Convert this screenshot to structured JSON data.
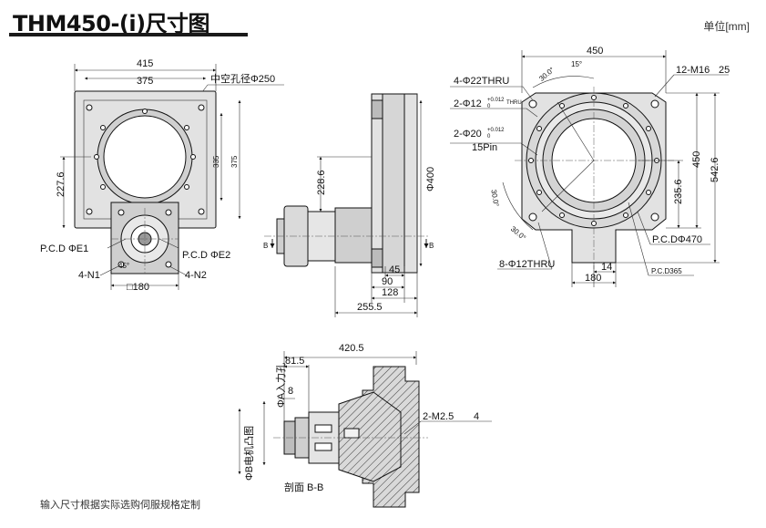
{
  "header": {
    "title": "THM450-(i)尺寸图",
    "unit": "单位[mm]"
  },
  "footer": {
    "note": "输入尺寸根据实际选购伺服规格定制"
  },
  "views": {
    "front": {
      "dims": {
        "w415": "415",
        "w375": "375",
        "hollow": "中空孔径Φ250",
        "h335": "335",
        "h375": "375",
        "h227": "227.6",
        "pcd_e1": "P.C.D ΦE1",
        "pcd_e2": "P.C.D ΦE2",
        "n1": "4-N1",
        "n2": "4-N2",
        "sq180": "□180",
        "ang45": "45°"
      }
    },
    "side": {
      "dims": {
        "d400": "Φ400",
        "h228": "228.6",
        "w45": "45",
        "w90": "90",
        "w128": "128",
        "w255": "255.5",
        "b_mark": "B"
      }
    },
    "top_right": {
      "dims": {
        "w450": "450",
        "m16": "12-M16",
        "m16_depth": "25",
        "thru22": "4-Φ22THRU",
        "hole12": "2-Φ12",
        "hole12_tol": "+0.012",
        "hole12_tol2": "0",
        "hole12_thru": "THRU",
        "hole20": "2-Φ20",
        "hole20_tol": "+0.012",
        "hole20_tol2": "0",
        "pin15": "15Pin",
        "ang30a": "30.0°",
        "ang15": "15°",
        "ang30b": "30.0°",
        "ang30c": "30.0°",
        "h450": "450",
        "h542": "542.6",
        "h235": "235.6",
        "pcd470": "P.C.DΦ470",
        "thru12": "8-Φ12THRU",
        "w14": "14",
        "w180": "180",
        "pcd365": "P.C.D365"
      }
    },
    "section": {
      "dims": {
        "w420": "420.5",
        "w81": "81.5",
        "w8": "8",
        "phi_a": "ΦA入力孔",
        "phi_b": "ΦB电机凸图",
        "m2": "2-M2.5",
        "m2_depth": "4",
        "label": "剖面 B-B"
      }
    }
  }
}
